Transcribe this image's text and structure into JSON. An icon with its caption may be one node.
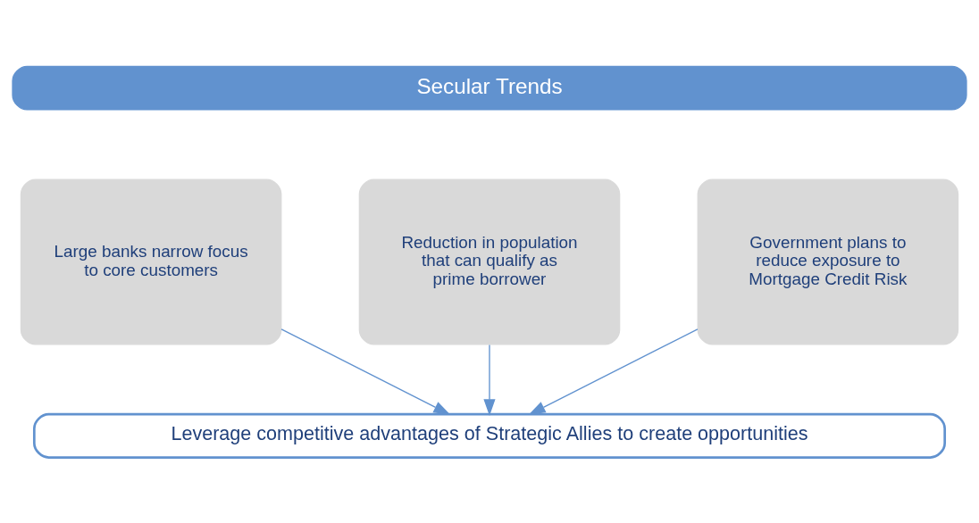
{
  "diagram": {
    "nodes": [
      {
        "text": [
          "Secular Trends"
        ]
      },
      {
        "text": [
          "Large banks narrow focus to core customers"
        ]
      },
      {
        "text": [
          "Reduction in population that can qualify as prime borrower"
        ]
      },
      {
        "text": [
          "Government plans to reduce exposure to Mortgage Credit Risk"
        ]
      },
      {
        "text": [
          "Leverage competitive advantages of Strategic Allies to create opportunities"
        ]
      }
    ],
    "edges": [
      {
        "from": 1,
        "to": 4,
        "arrow": "to"
      },
      {
        "from": 2,
        "to": 4,
        "arrow": "to"
      },
      {
        "from": 3,
        "to": 4,
        "arrow": "to"
      }
    ]
  }
}
